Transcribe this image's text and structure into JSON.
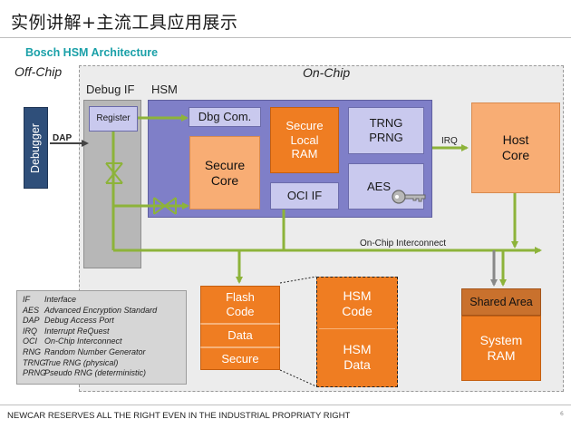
{
  "header": {
    "title": "实例讲解+主流工具应用展示",
    "subtitle": "Bosch HSM Architecture"
  },
  "regions": {
    "off_chip": "Off-Chip",
    "on_chip": "On-Chip",
    "debug_if": "Debug IF",
    "hsm": "HSM"
  },
  "blocks": {
    "debugger": "Debugger",
    "register": "Register",
    "dbg_com": "Dbg Com.",
    "secure_local_ram": "Secure\nLocal\nRAM",
    "trng_prng": "TRNG\nPRNG",
    "secure_core": "Secure\nCore",
    "oci_if": "OCI IF",
    "aes": "AES",
    "host_core": "Host\nCore",
    "flash_code": "Flash\nCode",
    "flash_data": "Data",
    "flash_secure": "Secure",
    "hsm_code": "HSM\nCode",
    "hsm_data": "HSM\nData",
    "shared_area": "Shared Area",
    "system_ram": "System\nRAM"
  },
  "signals": {
    "dap": "DAP",
    "irq": "IRQ",
    "interconnect": "On-Chip Interconnect"
  },
  "glossary": [
    {
      "abbr": "IF",
      "text": "Interface"
    },
    {
      "abbr": "AES",
      "text": "Advanced Encryption Standard"
    },
    {
      "abbr": "DAP",
      "text": "Debug Access Port"
    },
    {
      "abbr": "IRQ",
      "text": "Interrupt ReQuest"
    },
    {
      "abbr": "OCI",
      "text": "On-Chip Interconnect"
    },
    {
      "abbr": "RNG",
      "text": "Random Number Generator"
    },
    {
      "abbr": "TRNG",
      "text": "True RNG (physical)"
    },
    {
      "abbr": "PRNG",
      "text": "Pseudo RNG (deterministic)"
    }
  ],
  "footer": {
    "notice": "NEWCAR RESERVES ALL THE RIGHT EVEN IN THE INDUSTRIAL PROPRIATY RIGHT",
    "page": "6"
  },
  "colors": {
    "hsm": "#7f7fc8",
    "orange": "#ef7d22",
    "peach": "#f8ad74",
    "link": "#8db33a",
    "debugger": "#2f4f7a",
    "subtitle": "#1aa0a8"
  },
  "icons": {
    "aes": "key-icon",
    "crossing": "crossbar-switch-icon"
  }
}
